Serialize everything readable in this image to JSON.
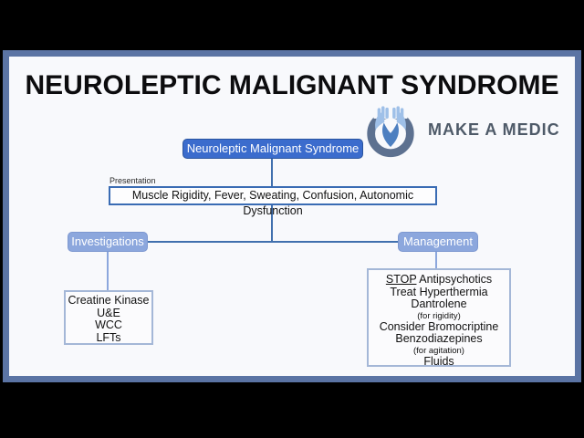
{
  "page": {
    "title": "NEUROLEPTIC MALIGNANT SYNDROME",
    "background": "#f8f9fc",
    "frame_color": "#5b74a4",
    "letterbox_color": "#000000"
  },
  "logo": {
    "name": "MAKE A MEDIC",
    "icon_ring_color": "#5d7190",
    "icon_hand_color": "#9fc0e8",
    "icon_center_color": "#4d7fc0",
    "text_color": "#4e5a68"
  },
  "flowchart": {
    "root_label": "Neuroleptic Malignant Syndrome",
    "root_fill": "#3b6ccd",
    "branch_fill": "#8ca7dd",
    "line_color": "#4170ae",
    "presentation_label": "Presentation",
    "presentation_text": "Muscle Rigidity, Fever, Sweating, Confusion, Autonomic Dysfunction",
    "investigations": {
      "label": "Investigations",
      "items": [
        "Creatine Kinase",
        "U&E",
        "WCC",
        "LFTs"
      ]
    },
    "management": {
      "label": "Management",
      "stop_word": "STOP",
      "stop_rest": " Antipsychotics",
      "items": [
        "Treat Hyperthermia",
        "Dantrolene",
        "(for rigidity)",
        "Consider Bromocriptine",
        "Benzodiazepines",
        "(for agitation)",
        "Fluids"
      ]
    }
  }
}
